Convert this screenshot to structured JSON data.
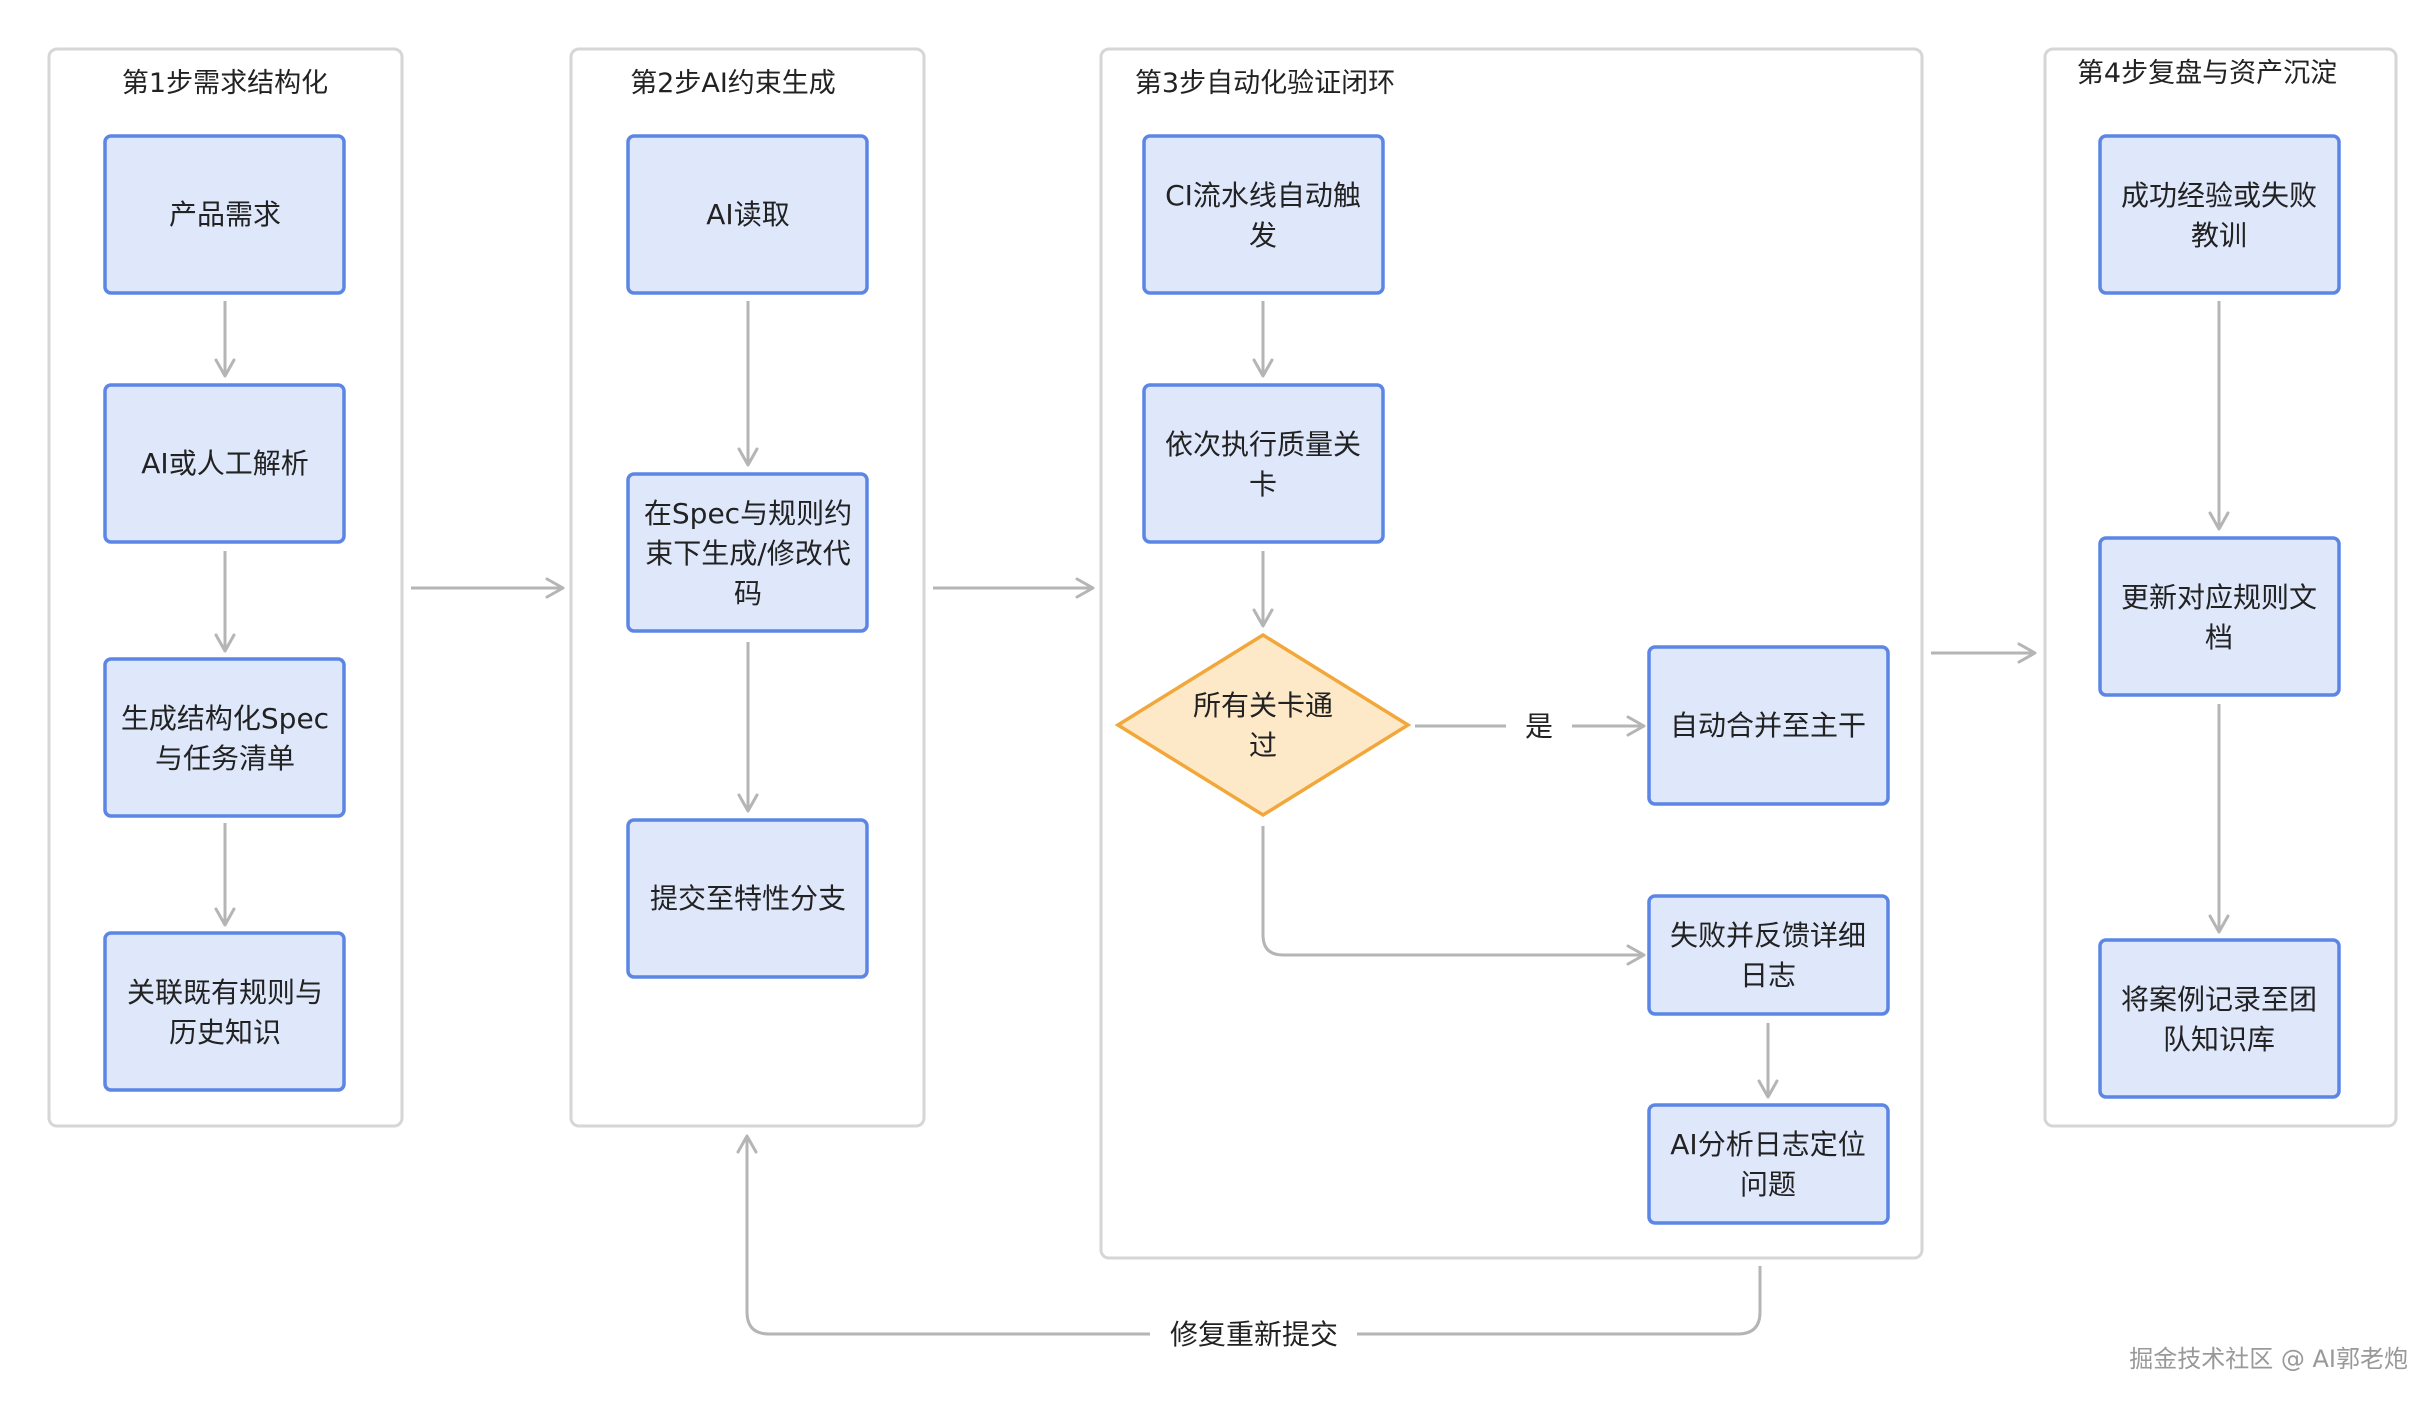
{
  "lanes": [
    {
      "id": "lane1",
      "title": "第1步需求结构化"
    },
    {
      "id": "lane2",
      "title": "第2步AI约束生成"
    },
    {
      "id": "lane3",
      "title": "第3步自动化验证闭环"
    },
    {
      "id": "lane4",
      "title": "第4步复盘与资产沉淀"
    }
  ],
  "nodes": [
    {
      "id": "n1",
      "lines": [
        "产品需求"
      ]
    },
    {
      "id": "n2",
      "lines": [
        "AI或人工解析"
      ]
    },
    {
      "id": "n3",
      "lines": [
        "生成结构化Spec",
        "与任务清单"
      ]
    },
    {
      "id": "n4",
      "lines": [
        "关联既有规则与",
        "历史知识"
      ]
    },
    {
      "id": "n5",
      "lines": [
        "AI读取"
      ]
    },
    {
      "id": "n6",
      "lines": [
        "在Spec与规则约",
        "束下生成/修改代",
        "码"
      ]
    },
    {
      "id": "n7",
      "lines": [
        "提交至特性分支"
      ]
    },
    {
      "id": "n8",
      "lines": [
        "CI流水线自动触",
        "发"
      ]
    },
    {
      "id": "n9",
      "lines": [
        "依次执行质量关",
        "卡"
      ]
    },
    {
      "id": "d1",
      "shape": "decision",
      "lines": [
        "所有关卡通",
        "过"
      ]
    },
    {
      "id": "n10",
      "lines": [
        "自动合并至主干"
      ]
    },
    {
      "id": "n11",
      "lines": [
        "失败并反馈详细",
        "日志"
      ]
    },
    {
      "id": "n12",
      "lines": [
        "AI分析日志定位",
        "问题"
      ]
    },
    {
      "id": "n13",
      "lines": [
        "成功经验或失败",
        "教训"
      ]
    },
    {
      "id": "n14",
      "lines": [
        "更新对应规则文",
        "档"
      ]
    },
    {
      "id": "n15",
      "lines": [
        "将案例记录至团",
        "队知识库"
      ]
    }
  ],
  "edge_labels": {
    "yes": "是",
    "feedback": "修复重新提交"
  },
  "watermark": "掘金技术社区 @ AI郭老炮",
  "colors": {
    "node_fill": "#dfe7fb",
    "node_stroke": "#5b86e5",
    "decision_fill": "#fde9c8",
    "decision_stroke": "#f2a73b",
    "edge": "#b5b5b5",
    "lane_border": "#d6d6d6"
  }
}
